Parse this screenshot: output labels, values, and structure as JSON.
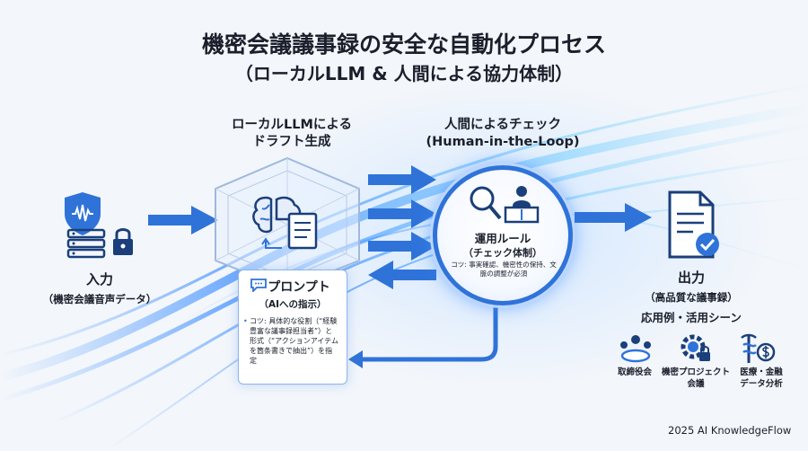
{
  "title": {
    "line1": "機密会議議事録の安全な自動化プロセス",
    "line2": "（ローカルLLM & 人間による協力体制）"
  },
  "input": {
    "label": "入力",
    "sublabel": "（機密会議音声データ）"
  },
  "llm": {
    "heading_line1": "ローカルLLMによる",
    "heading_line2": "ドラフト生成"
  },
  "prompt": {
    "title": "プロンプト",
    "subtitle": "（AIへの指示）",
    "body": "コツ: 具体的な役割（“経験豊富な議事録担当者”）と形式（“アクションアイテムを箇条書きで抽出”）を指定"
  },
  "human_check": {
    "heading_line1": "人間によるチェック",
    "heading_line2": "(Human-in-the-Loop)",
    "title": "運用ルール",
    "subtitle": "（チェック体制）",
    "body": "コツ: 事実確認、機密性の保持、文脈の調整が必須"
  },
  "output": {
    "label": "出力",
    "sublabel": "（高品質な議事録）"
  },
  "use_cases": {
    "heading": "応用例・活用シーン",
    "items": [
      {
        "label_line1": "取締役会",
        "label_line2": "",
        "icon": "board-meeting-icon"
      },
      {
        "label_line1": "機密プロジェクト",
        "label_line2": "会議",
        "icon": "gear-lock-icon"
      },
      {
        "label_line1": "医療・金融",
        "label_line2": "データ分析",
        "icon": "caduceus-dollar-icon"
      }
    ]
  },
  "footer": "2025 AI KnowledgeFlow",
  "colors": {
    "accent": "#2f73d9",
    "accent_light": "#8fc0ff",
    "text": "#1a1f2b"
  }
}
